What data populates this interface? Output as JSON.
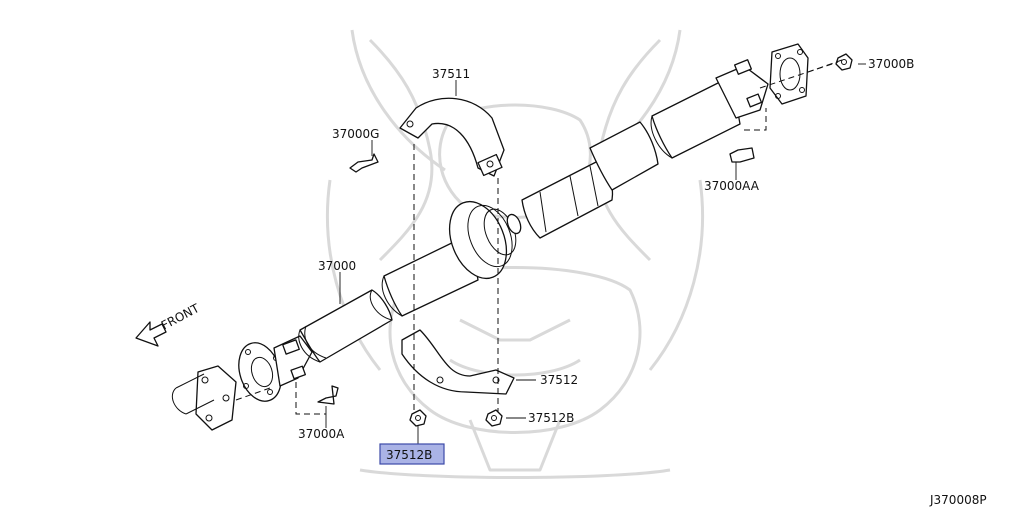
{
  "labels": {
    "center_bearing_bracket": "37511",
    "bolt_g": "37000G",
    "propeller_shaft": "37000",
    "nut_b_top": "37000B",
    "bolt_aa": "37000AA",
    "lower_bracket": "37512",
    "nut_b_lower": "37512B",
    "nut_b_highlighted": "37512B",
    "bolt_a": "37000A"
  },
  "direction": {
    "label": "FRONT"
  },
  "diagram_code": "J370008P",
  "colors": {
    "highlight": "#aab3e6",
    "line": "#111111",
    "watermark": "#d9d9d9"
  }
}
